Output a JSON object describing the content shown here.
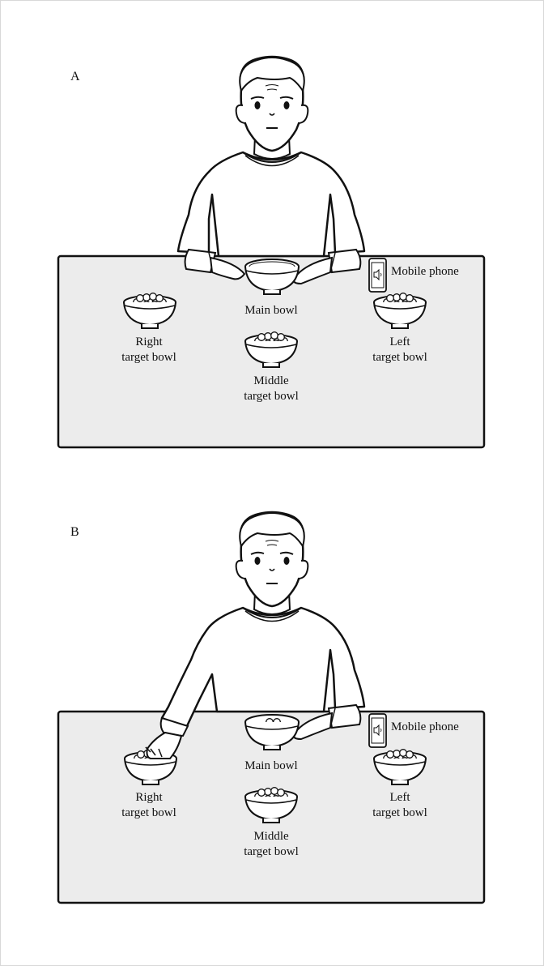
{
  "panels": [
    {
      "letter": "A",
      "labels": {
        "main_bowl": "Main bowl",
        "mobile_phone": "Mobile phone",
        "right_bowl": [
          "Right",
          "target bowl"
        ],
        "middle_bowl": [
          "Middle",
          "target bowl"
        ],
        "left_bowl": [
          "Left",
          "target bowl"
        ]
      }
    },
    {
      "letter": "B",
      "labels": {
        "main_bowl": "Main bowl",
        "mobile_phone": "Mobile phone",
        "right_bowl": [
          "Right",
          "target bowl"
        ],
        "middle_bowl": [
          "Middle",
          "target bowl"
        ],
        "left_bowl": [
          "Left",
          "target bowl"
        ]
      }
    }
  ],
  "colors": {
    "table": "#ececec",
    "line": "#111111",
    "background": "#ffffff"
  }
}
